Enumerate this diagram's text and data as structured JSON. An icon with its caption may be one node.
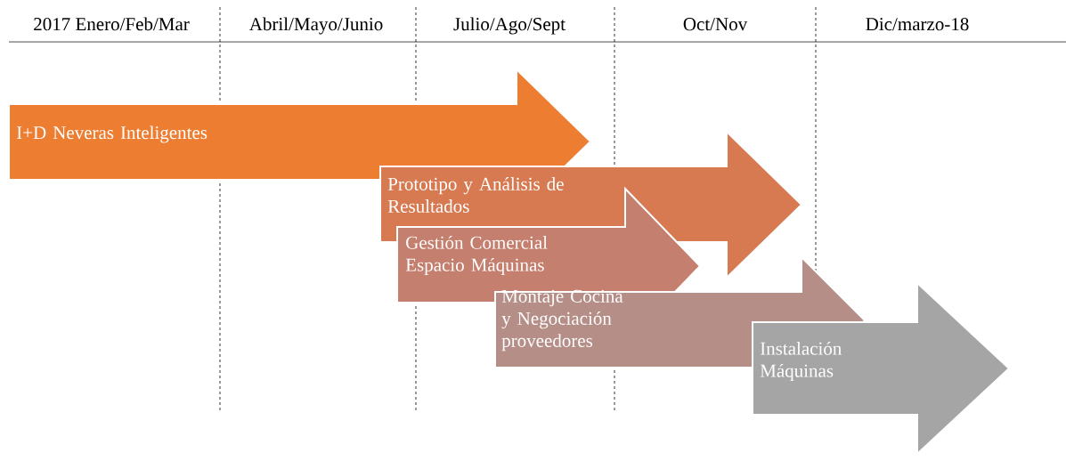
{
  "diagram": {
    "nodes": [
      {
        "text": [
          "I+D Neveras Inteligentes"
        ]
      },
      {
        "text": [
          "Prototipo y Análisis de Resultados"
        ]
      },
      {
        "text": [
          "Gestión Comercial Espacio Máquinas"
        ]
      },
      {
        "text": [
          "Montaje Cocina y Negociación proveedores"
        ]
      },
      {
        "text": [
          "Instalación Máquinas"
        ]
      }
    ],
    "labels": [
      "2017 Enero/Feb/Mar",
      "Abril/Mayo/Junio",
      "Julio/Ago/Sept",
      "Oct/Nov",
      "Dic/marzo-18"
    ]
  }
}
